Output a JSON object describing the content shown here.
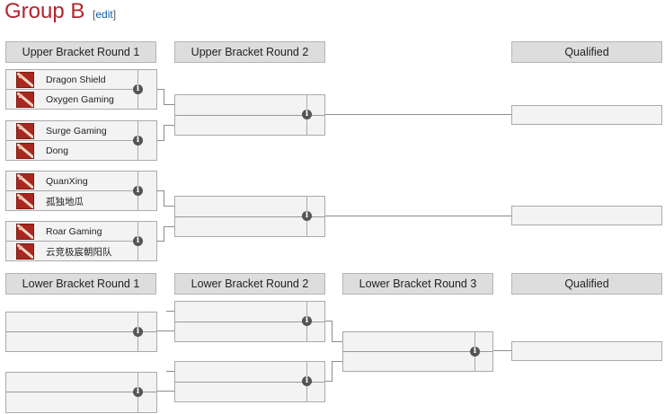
{
  "page": {
    "title": "Group B",
    "edit_label": "edit"
  },
  "icons": {
    "info": "info-icon",
    "team_logo": "dota2-logo-icon"
  },
  "colors": {
    "title": "#b5232d",
    "link": "#0b5fa5",
    "header_bg": "#dddddd",
    "cell_bg": "#f3f3f3"
  },
  "headers": {
    "ub1": "Upper Bracket Round 1",
    "ub2": "Upper Bracket Round 2",
    "q1": "Qualified",
    "lb1": "Lower Bracket Round 1",
    "lb2": "Lower Bracket Round 2",
    "lb3": "Lower Bracket Round 3",
    "q2": "Qualified"
  },
  "ub1": [
    {
      "team1": "Dragon Shield",
      "team2": "Oxygen Gaming"
    },
    {
      "team1": "Surge Gaming",
      "team2": "Dong"
    },
    {
      "team1": "QuanXing",
      "team2": "孤独地瓜"
    },
    {
      "team1": "Roar Gaming",
      "team2": "云竞极宸朝阳队"
    }
  ],
  "info_glyph": "i"
}
